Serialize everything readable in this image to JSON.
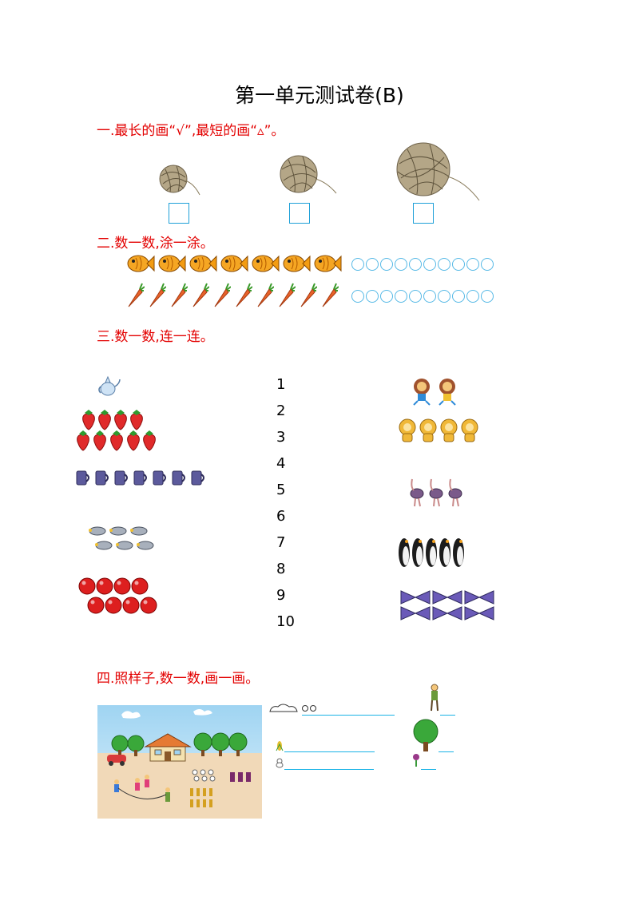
{
  "title": "第一单元测试卷(B)",
  "sections": {
    "s1": "一.最长的画“√”,最短的画“▵”。",
    "s2": "二.数一数,涂一涂。",
    "s3": "三.数一数,连一连。",
    "s4": "四.照样子,数一数,画一画。"
  },
  "numbers": [
    "1",
    "2",
    "3",
    "4",
    "5",
    "6",
    "7",
    "8",
    "9",
    "10"
  ],
  "colors": {
    "section_text": "#e30000",
    "answer_box": "#1fa0d8",
    "answer_circle": "#56b9e6"
  }
}
